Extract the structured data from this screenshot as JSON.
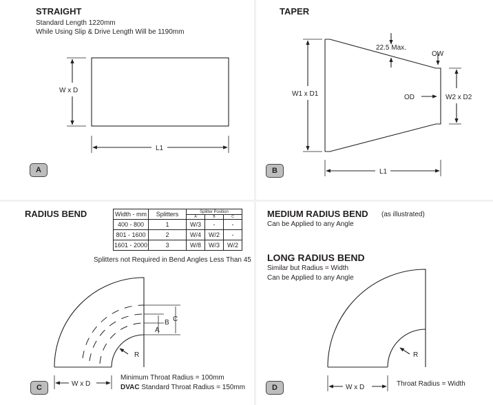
{
  "panels": {
    "straight": {
      "title": "STRAIGHT",
      "line1": "Standard Length 1220mm",
      "line2": "While Using Slip & Drive Length Will be 1190mm",
      "dim_height": "W x D",
      "dim_length": "L1",
      "badge": "A"
    },
    "taper": {
      "title": "TAPER",
      "angle": "22.5  Max.",
      "ow": "OW",
      "od": "OD",
      "w1": "W1 x D1",
      "w2": "W2 x D2",
      "l1": "L1",
      "badge": "B"
    },
    "radius_bend": {
      "title": "RADIUS BEND",
      "table": {
        "headers": [
          "Width - mm",
          "Splitters",
          "Splitter Position"
        ],
        "sub_headers": [
          "A",
          "B",
          "C"
        ],
        "rows": [
          [
            "400 - 800",
            "1",
            "W/3",
            "-",
            "-"
          ],
          [
            "801 - 1600",
            "2",
            "W/4",
            "W/2",
            "-"
          ],
          [
            "1601 - 2000",
            "3",
            "W/8",
            "W/3",
            "W/2"
          ]
        ]
      },
      "note": "Splitters not Required in Bend Angles Less Than 45",
      "label_a": "A",
      "label_b": "B",
      "label_c": "C",
      "label_r": "R",
      "dim_width": "W x D",
      "min_throat": "Minimum Throat Radius = 100mm",
      "dvac_bold": "DVAC",
      "dvac_rest": " Standard Throat Radius = 150mm",
      "badge": "C"
    },
    "medium_long": {
      "medium_title": "MEDIUM RADIUS BEND",
      "medium_note": "(as illustrated)",
      "medium_line": "Can be Applied to any Angle",
      "long_title": "LONG RADIUS BEND",
      "long_line1": "Similar but Radius = Width",
      "long_line2": "Can be Applied to any Angle",
      "label_r": "R",
      "dim_width": "W x D",
      "throat": "Throat Radius = Width",
      "badge": "D"
    }
  }
}
